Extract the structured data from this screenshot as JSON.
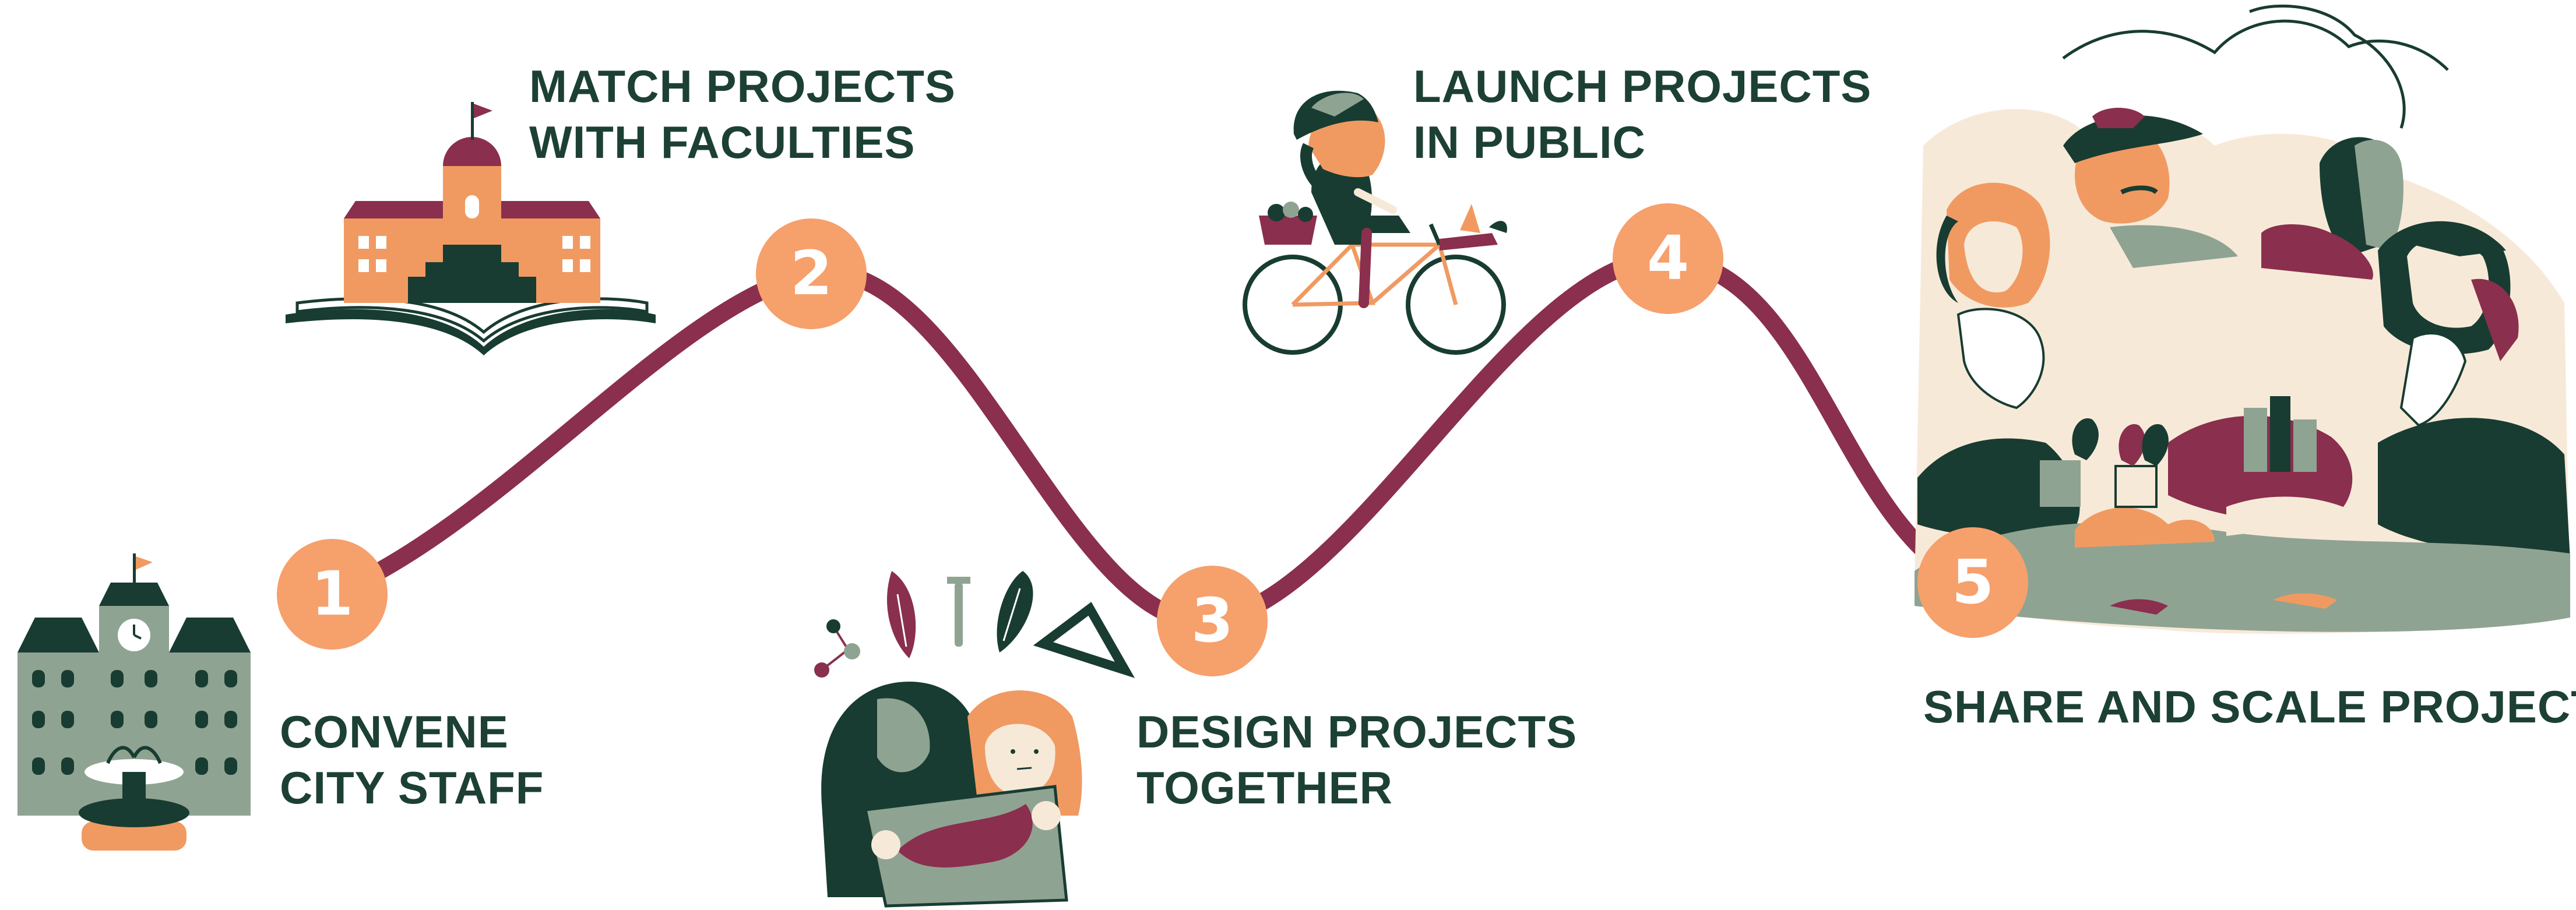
{
  "colors": {
    "curve": "#8a2f4d",
    "badge_fill": "#f6a06c",
    "badge_text": "#ffffff",
    "label": "#1d4034",
    "dark_green": "#183c31",
    "sage": "#8fa392",
    "orange": "#f09a62",
    "maroon": "#8a2f4d",
    "cream": "#f7e9d8"
  },
  "steps": [
    {
      "number": "1",
      "lines": [
        "CONVENE",
        "CITY STAFF"
      ],
      "icon": "city-hall-icon"
    },
    {
      "number": "2",
      "lines": [
        "MATCH PROJECTS",
        "WITH FACULTIES"
      ],
      "icon": "university-book-icon"
    },
    {
      "number": "3",
      "lines": [
        "DESIGN PROJECTS",
        "TOGETHER"
      ],
      "icon": "collaborators-map-icon"
    },
    {
      "number": "4",
      "lines": [
        "LAUNCH PROJECTS",
        "IN PUBLIC"
      ],
      "icon": "cyclist-icon"
    },
    {
      "number": "5",
      "lines": [
        "SHARE AND SCALE PROJECTS"
      ],
      "icon": "community-landscape-icon"
    }
  ]
}
